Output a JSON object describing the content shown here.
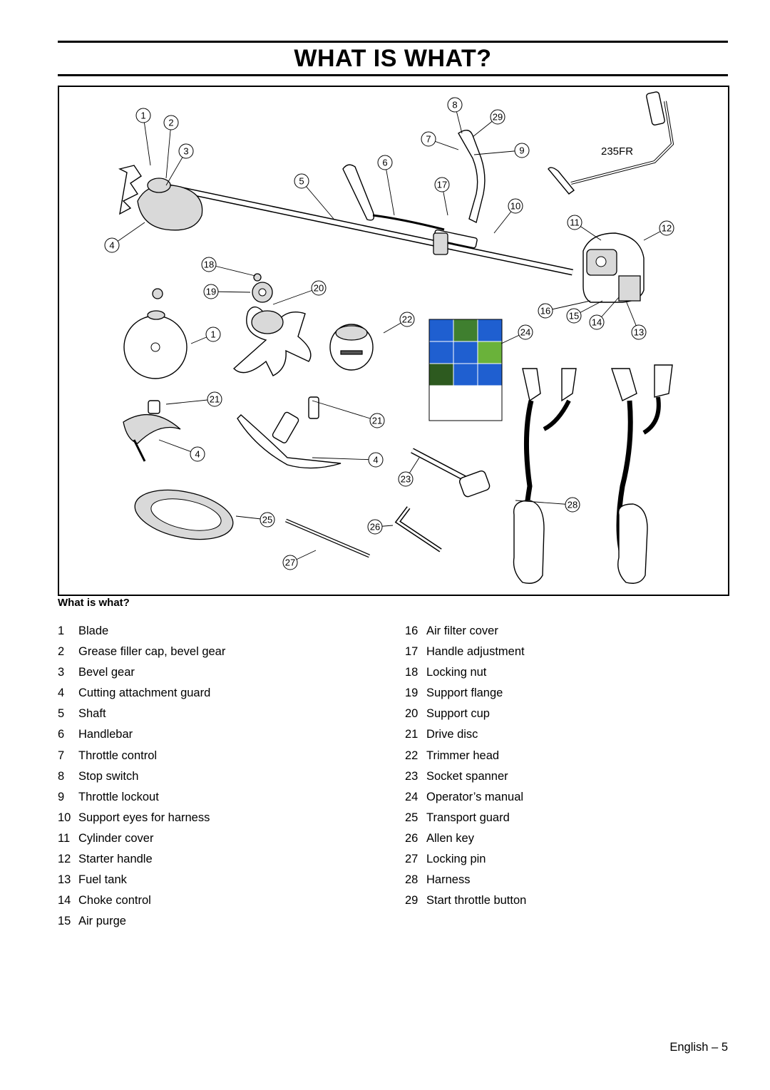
{
  "header": {
    "title": "WHAT IS WHAT?"
  },
  "figure": {
    "model_label": "235FR",
    "callouts": [
      "1",
      "2",
      "3",
      "4",
      "5",
      "6",
      "7",
      "8",
      "29",
      "9",
      "17",
      "10",
      "11",
      "12",
      "18",
      "19",
      "20",
      "22",
      "16",
      "15",
      "14",
      "13",
      "24",
      "1",
      "21",
      "21",
      "4",
      "4",
      "23",
      "28",
      "25",
      "26",
      "27"
    ],
    "manual_colors": {
      "green": "#3f7f2f",
      "blue": "#1f5fd0",
      "grass": "#6ab23a",
      "forest": "#2d5a1f"
    }
  },
  "section": {
    "title": "What is what?"
  },
  "legend_left": [
    {
      "num": "1",
      "label": "Blade"
    },
    {
      "num": "2",
      "label": "Grease filler cap, bevel gear"
    },
    {
      "num": "3",
      "label": "Bevel gear"
    },
    {
      "num": "4",
      "label": "Cutting attachment guard"
    },
    {
      "num": "5",
      "label": "Shaft"
    },
    {
      "num": "6",
      "label": "Handlebar"
    },
    {
      "num": "7",
      "label": "Throttle control"
    },
    {
      "num": "8",
      "label": "Stop switch"
    },
    {
      "num": "9",
      "label": "Throttle lockout"
    },
    {
      "num": "10",
      "label": "Support eyes for harness"
    },
    {
      "num": "11",
      "label": "Cylinder cover"
    },
    {
      "num": "12",
      "label": "Starter handle"
    },
    {
      "num": "13",
      "label": "Fuel tank"
    },
    {
      "num": "14",
      "label": "Choke control"
    },
    {
      "num": "15",
      "label": "Air purge"
    }
  ],
  "legend_right": [
    {
      "num": "16",
      "label": "Air filter cover"
    },
    {
      "num": "17",
      "label": "Handle adjustment"
    },
    {
      "num": "18",
      "label": "Locking nut"
    },
    {
      "num": "19",
      "label": "Support flange"
    },
    {
      "num": "20",
      "label": "Support cup"
    },
    {
      "num": "21",
      "label": "Drive disc"
    },
    {
      "num": "22",
      "label": "Trimmer head"
    },
    {
      "num": "23",
      "label": "Socket spanner"
    },
    {
      "num": "24",
      "label": "Operator’s manual"
    },
    {
      "num": "25",
      "label": "Transport guard"
    },
    {
      "num": "26",
      "label": "Allen key"
    },
    {
      "num": "27",
      "label": "Locking pin"
    },
    {
      "num": "28",
      "label": "Harness"
    },
    {
      "num": "29",
      "label": "Start throttle button"
    }
  ],
  "footer": {
    "page_label": "English – 5"
  }
}
